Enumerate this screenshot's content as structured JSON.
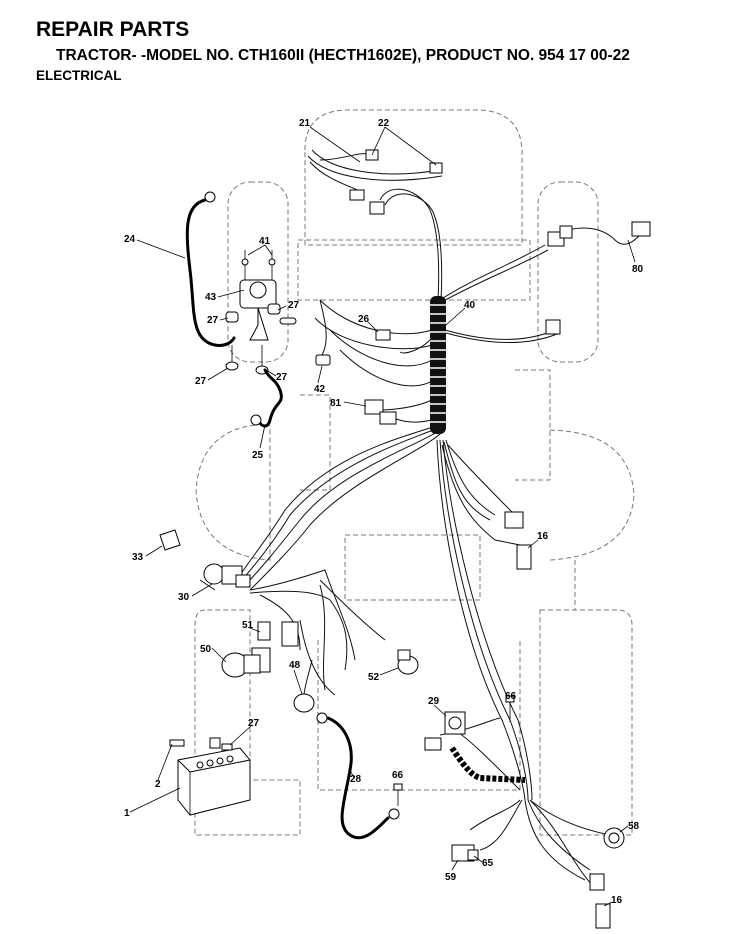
{
  "header": {
    "title": "REPAIR PARTS",
    "subtitle": "TRACTOR- -MODEL NO. CTH160II (HECTH1602E), PRODUCT NO. 954 17 00-22",
    "section": "ELECTRICAL"
  },
  "callouts": {
    "c1": "1",
    "c2": "2",
    "c16a": "16",
    "c16b": "16",
    "c21": "21",
    "c22": "22",
    "c24": "24",
    "c25": "25",
    "c26": "26",
    "c27a": "27",
    "c27b": "27",
    "c27c": "27",
    "c27d": "27",
    "c27e": "27",
    "c28": "28",
    "c29": "29",
    "c30": "30",
    "c33": "33",
    "c40": "40",
    "c41": "41",
    "c42": "42",
    "c43": "43",
    "c48": "48",
    "c50": "50",
    "c51": "51",
    "c52": "52",
    "c58": "58",
    "c59": "59",
    "c65": "65",
    "c66a": "66",
    "c66b": "66",
    "c80": "80",
    "c81": "81"
  }
}
